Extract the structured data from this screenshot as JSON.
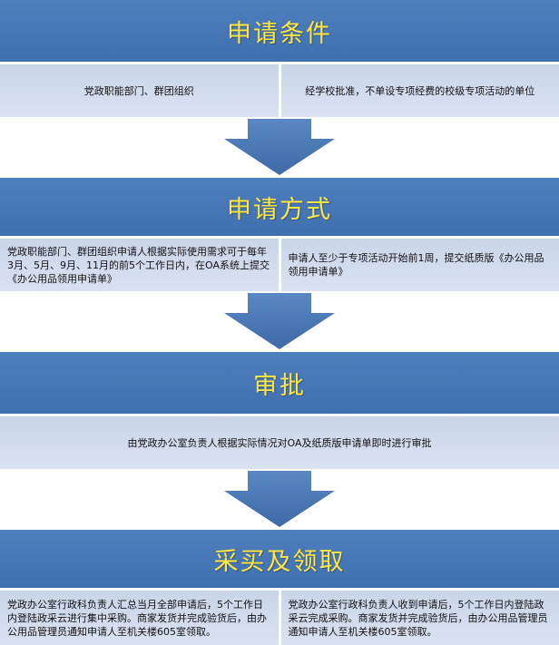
{
  "sections": [
    {
      "title": "申请条件",
      "cells": [
        "党政职能部门、群团组织",
        "经学校批准，不单设专项经费的校级专项活动的单位"
      ]
    },
    {
      "title": "申请方式",
      "cells": [
        "党政职能部门、群团组织申请人根据实际使用需求可于每年3月、5月、9月、11月的前5个工作日内，在OA系统上提交《办公用品领用申请单》",
        "申请人至少于专项活动开始前1周，提交纸质版《办公用品领用申请单》"
      ]
    },
    {
      "title": "审批",
      "cells": [
        "由党政办公室负责人根据实际情况对OA及纸质版申请单即时进行审批"
      ]
    },
    {
      "title": "采买及领取",
      "cells": [
        "党政办公室行政科负责人汇总当月全部申请后，5个工作日内登陆政采云进行集中采购。商家发货并完成验货后，由办公用品管理员通知申请人至机关楼605室领取。",
        "党政办公室行政科负责人收到申请后，5个工作日内登陆政采云完成采购。商家发货并完成验货后，由办公用品管理员通知申请人至机关楼605室领取。"
      ]
    }
  ],
  "colors": {
    "header_bg": "#4677b6",
    "header_text": "#ffe640",
    "cell_bg": "#d0dbeb",
    "arrow": "#4677b6"
  }
}
